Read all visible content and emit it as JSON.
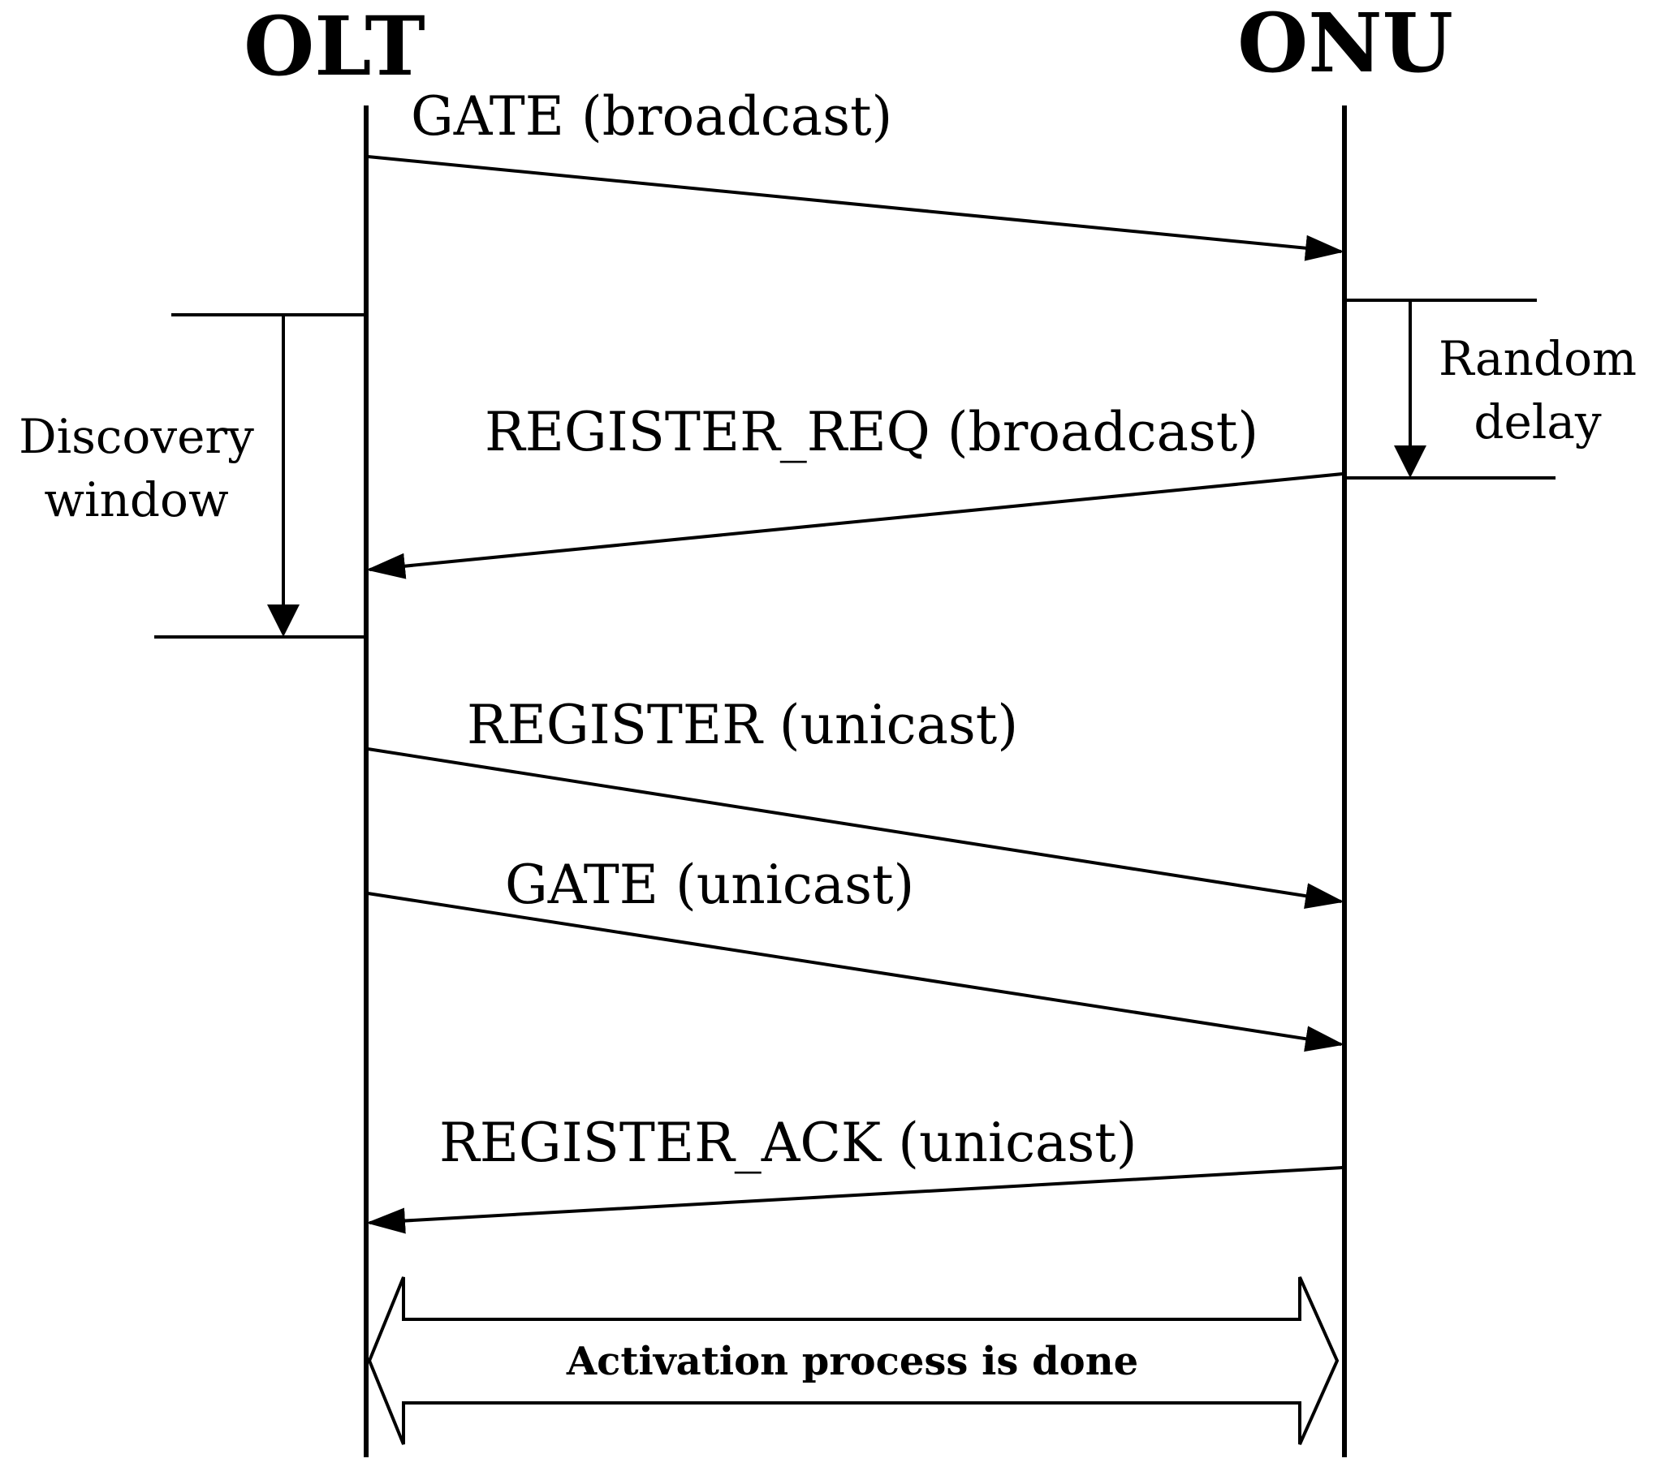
{
  "entities": {
    "left": "OLT",
    "right": "ONU"
  },
  "messages": [
    {
      "id": "gate-broadcast",
      "label": "GATE (broadcast)",
      "from": "OLT",
      "to": "ONU"
    },
    {
      "id": "register-req",
      "label": "REGISTER_REQ (broadcast)",
      "from": "ONU",
      "to": "OLT"
    },
    {
      "id": "register",
      "label": "REGISTER (unicast)",
      "from": "OLT",
      "to": "ONU"
    },
    {
      "id": "gate-unicast",
      "label": "GATE (unicast)",
      "from": "OLT",
      "to": "ONU"
    },
    {
      "id": "register-ack",
      "label": "REGISTER_ACK (unicast)",
      "from": "ONU",
      "to": "OLT"
    }
  ],
  "annotations": {
    "discovery_window": {
      "line1": "Discovery",
      "line2": "window"
    },
    "random_delay": {
      "line1": "Random",
      "line2": "delay"
    }
  },
  "banner": {
    "label": "Activation process is done"
  }
}
